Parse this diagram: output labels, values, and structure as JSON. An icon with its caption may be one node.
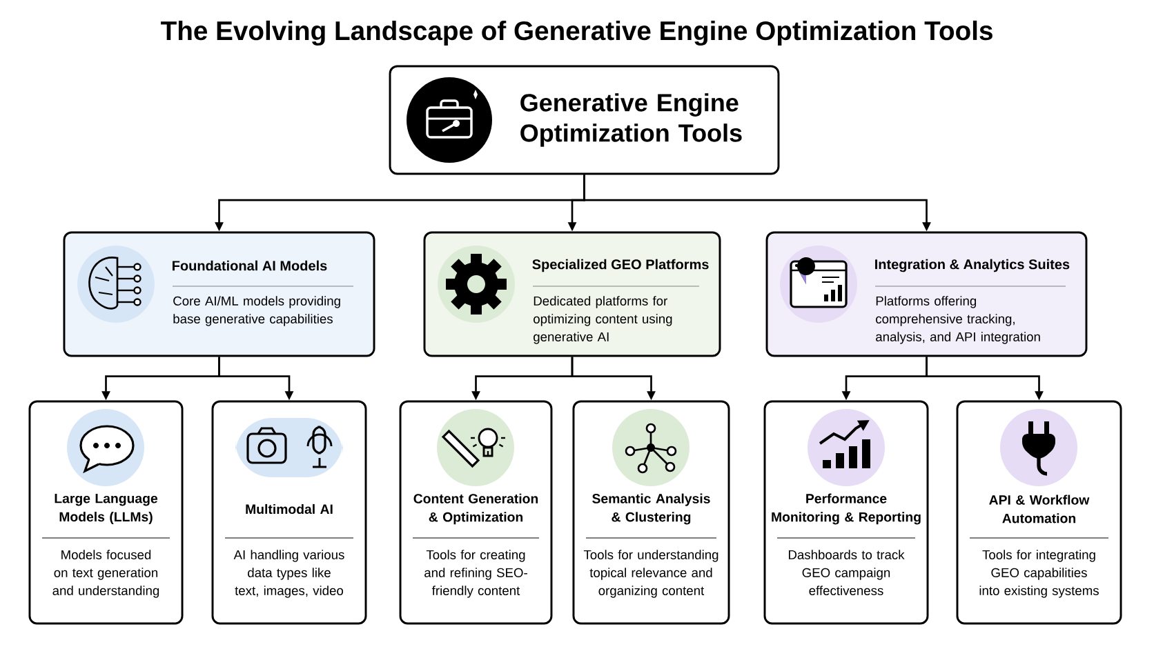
{
  "diagram": {
    "title": "The Evolving Landscape of Generative Engine Optimization Tools",
    "nodes": [
      {
        "text": [
          "Generative Engine Optimization Tools"
        ]
      },
      {
        "text": [
          "Foundational AI Models",
          "Core AI/ML models providing base generative capabilities"
        ]
      },
      {
        "text": [
          "Specialized GEO Platforms",
          "Dedicated platforms for optimizing content using generative AI"
        ]
      },
      {
        "text": [
          "Integration & Analytics Suites",
          "Platforms offering comprehensive tracking, analysis, and API integration"
        ]
      },
      {
        "text": [
          "Large Language Models (LLMs)",
          "Models focused on text generation and understanding"
        ]
      },
      {
        "text": [
          "Multimodal AI",
          "AI handling various data types like text, images, video"
        ]
      },
      {
        "text": [
          "Content Generation & Optimization",
          "Tools for creating and refining SEO-friendly content"
        ]
      },
      {
        "text": [
          "Semantic Analysis & Clustering",
          "Tools for understanding topical relevance and organizing content"
        ]
      },
      {
        "text": [
          "Performance Monitoring & Reporting",
          "Dashboards to track GEO campaign effectiveness"
        ]
      },
      {
        "text": [
          "API & Workflow Automation",
          "Tools for integrating GEO capabilities into existing systems"
        ]
      }
    ],
    "edges": [
      {
        "from": 0,
        "to": 1,
        "arrow": "to"
      },
      {
        "from": 0,
        "to": 2,
        "arrow": "to"
      },
      {
        "from": 0,
        "to": 3,
        "arrow": "to"
      },
      {
        "from": 1,
        "to": 4,
        "arrow": "to"
      },
      {
        "from": 1,
        "to": 5,
        "arrow": "to"
      },
      {
        "from": 2,
        "to": 6,
        "arrow": "to"
      },
      {
        "from": 2,
        "to": 7,
        "arrow": "to"
      },
      {
        "from": 3,
        "to": 8,
        "arrow": "to"
      },
      {
        "from": 3,
        "to": 9,
        "arrow": "to"
      }
    ]
  }
}
